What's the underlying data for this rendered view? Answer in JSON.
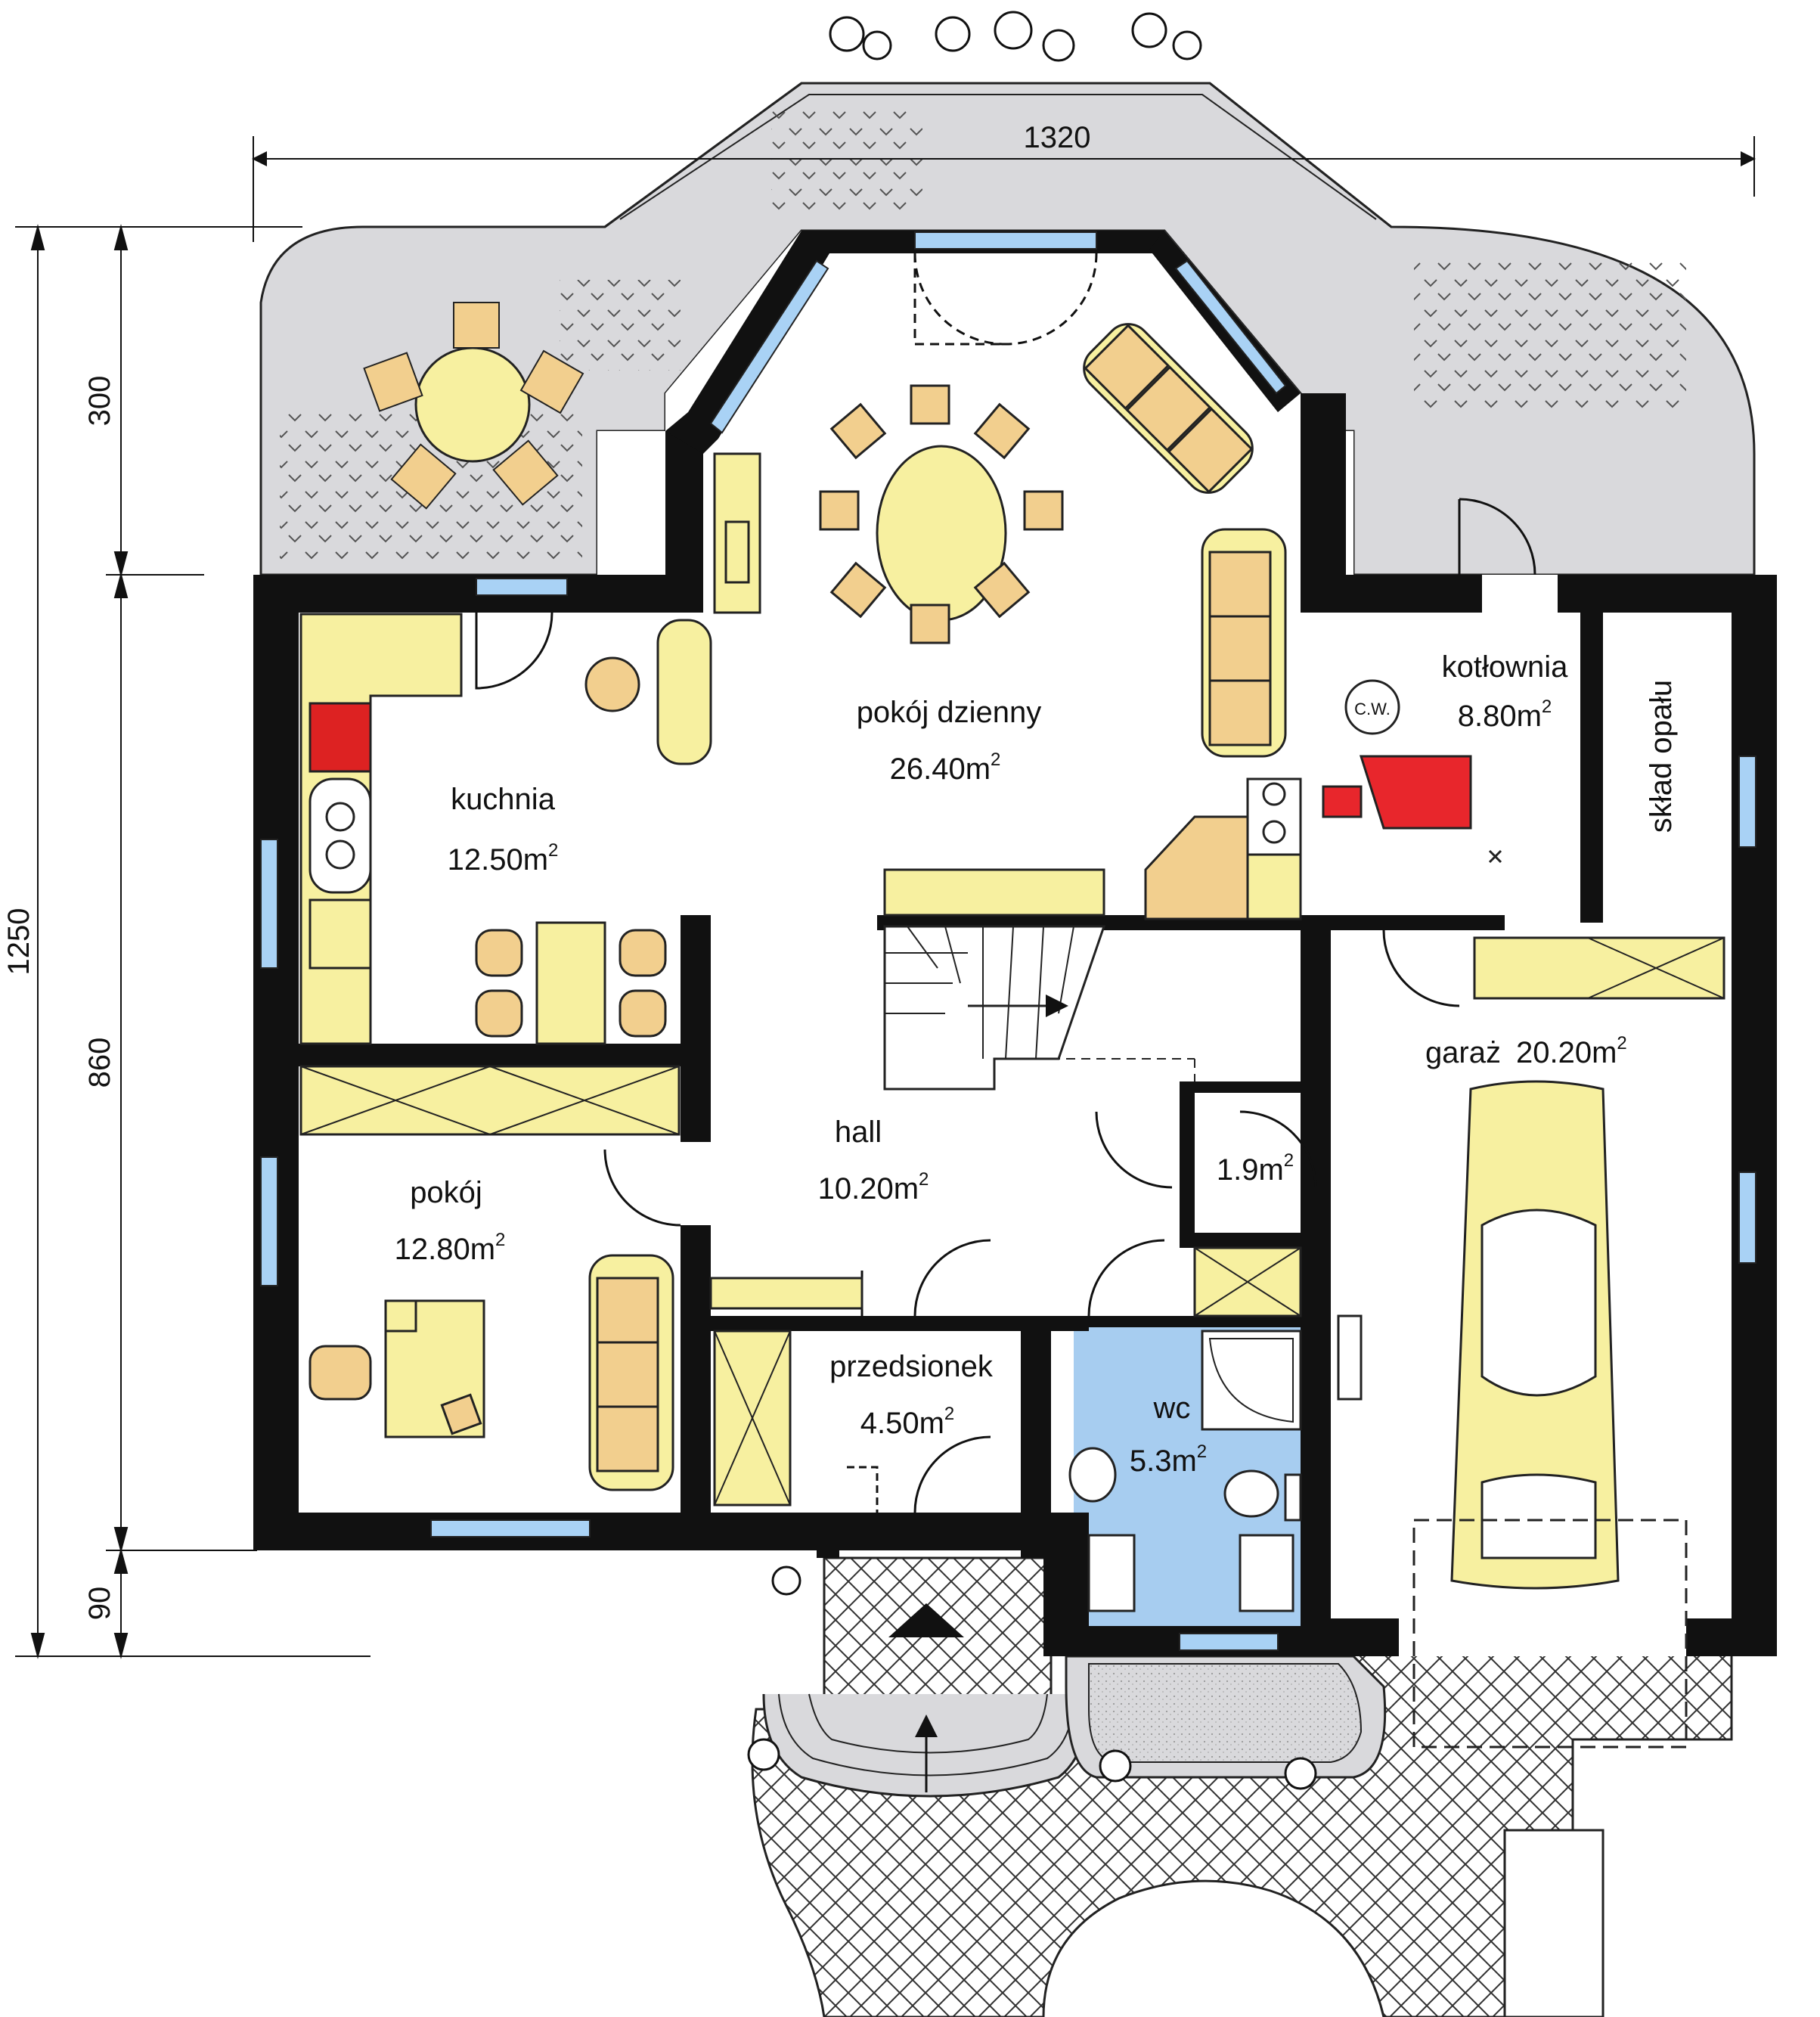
{
  "colors": {
    "wall": "#111111",
    "floor": "#ffffff",
    "terrace": "#d9d9dc",
    "furniture_yellow": "#f7f0a0",
    "furniture_tan": "#f2cf8e",
    "wc_floor": "#a7cdf0",
    "window_glass": "#a9d2f5",
    "stove_red": "#dd2222",
    "boiler_red": "#e8262c",
    "line": "#222222"
  },
  "dimensions": {
    "width_total": "1320",
    "height_total": "1250",
    "terrace_depth": "300",
    "house_depth": "860",
    "entrance_depth": "90"
  },
  "rooms": [
    {
      "id": "pokoj-dzienny",
      "name": "pokój dzienny",
      "area": "26.40m",
      "exp": "2"
    },
    {
      "id": "kuchnia",
      "name": "kuchnia",
      "area": "12.50m",
      "exp": "2"
    },
    {
      "id": "kotlownia",
      "name": "kotłownia",
      "area": "8.80m",
      "exp": "2"
    },
    {
      "id": "sklad-opalu",
      "name": "skład opału",
      "area": "",
      "exp": ""
    },
    {
      "id": "garaz",
      "name": "garaż",
      "area": "20.20m",
      "exp": "2"
    },
    {
      "id": "hall",
      "name": "hall",
      "area": "10.20m",
      "exp": "2"
    },
    {
      "id": "pokoj",
      "name": "pokój",
      "area": "12.80m",
      "exp": "2"
    },
    {
      "id": "przedsionek",
      "name": "przedsionek",
      "area": "4.50m",
      "exp": "2"
    },
    {
      "id": "schowek",
      "name": "",
      "area": "1.9m",
      "exp": "2"
    },
    {
      "id": "wc",
      "name": "wc",
      "area": "5.3m",
      "exp": "2"
    }
  ],
  "equipment": {
    "water_heater_label": "C.W."
  }
}
